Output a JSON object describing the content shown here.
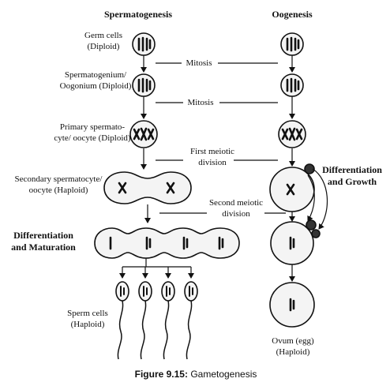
{
  "headings": {
    "spermatogenesis": "Spermatogenesis",
    "oogenesis": "Oogenesis"
  },
  "stages": {
    "germ_cells": [
      "Germ cells",
      "(Diploid)"
    ],
    "spermatogonium": [
      "Spermatogenium/",
      "Oogonium (Diploid)"
    ],
    "primary": [
      "Primary spermato-",
      "cyte/ oocyte (Diploid)"
    ],
    "secondary": [
      "Secondary spermatocyte/",
      "oocyte (Haploid)"
    ],
    "sperm": [
      "Sperm cells",
      "(Haploid)"
    ],
    "ovum": [
      "Ovum (egg)",
      "(Haploid)"
    ]
  },
  "processes": {
    "mitosis_1": "Mitosis",
    "mitosis_2": "Mitosis",
    "first_meiotic": [
      "First meiotic",
      "division"
    ],
    "second_meiotic": [
      "Second meiotic",
      "division"
    ],
    "differentiation_maturation": [
      "Differentiation",
      "and Maturation"
    ],
    "differentiation_growth": [
      "Differentiation",
      "and Growth"
    ]
  },
  "caption": {
    "label": "Figure 9.15:",
    "text": " Gametogenesis"
  }
}
